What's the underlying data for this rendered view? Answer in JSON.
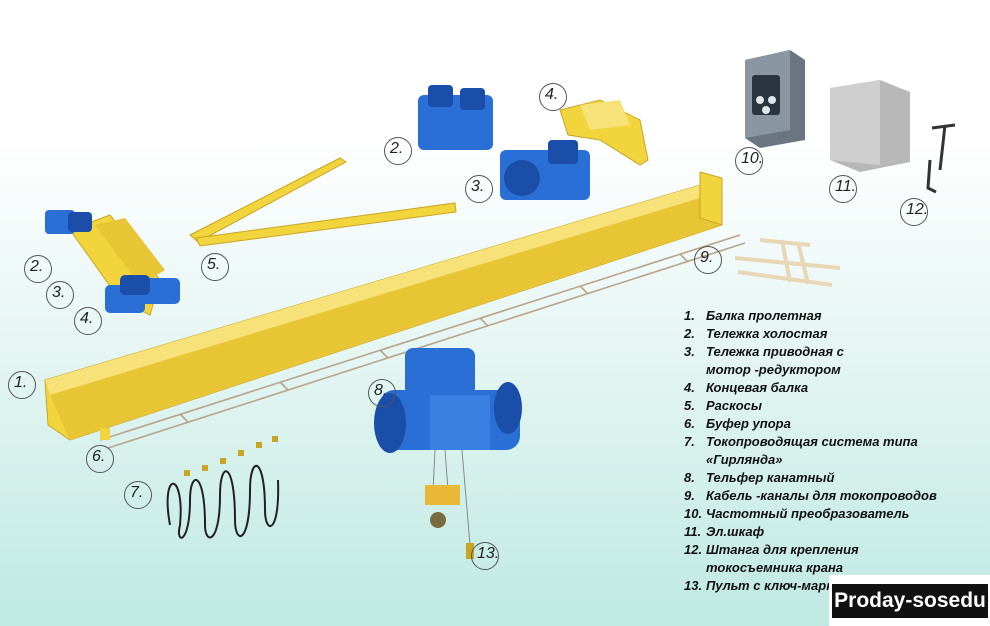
{
  "callouts": {
    "c1": "1.",
    "c2a": "2.",
    "c2b": "2.",
    "c3a": "3.",
    "c3b": "3.",
    "c4a": "4.",
    "c4b": "4.",
    "c5": "5.",
    "c6": "6.",
    "c7": "7.",
    "c8": "8.",
    "c9": "9.",
    "c10": "10.",
    "c11": "11.",
    "c12": "12.",
    "c13": "13."
  },
  "legend": [
    {
      "num": "1.",
      "text": "Балка пролетная"
    },
    {
      "num": "2.",
      "text": "Тележка холостая"
    },
    {
      "num": "3.",
      "text": "Тележка приводная с"
    },
    {
      "num": "",
      "text": "мотор -редуктором"
    },
    {
      "num": "4.",
      "text": "Концевая балка"
    },
    {
      "num": "5.",
      "text": "Раскосы"
    },
    {
      "num": "6.",
      "text": "Буфер упора"
    },
    {
      "num": "7.",
      "text": "Токопроводящая система типа"
    },
    {
      "num": "",
      "text": "«Гирлянда»"
    },
    {
      "num": "8.",
      "text": "Тельфер канатный"
    },
    {
      "num": "9.",
      "text": "Кабель -каналы для токопроводов"
    },
    {
      "num": "10.",
      "text": "Частотный преобразователь"
    },
    {
      "num": "11.",
      "text": "Эл.шкаф"
    },
    {
      "num": "12.",
      "text": "Штанга для крепления"
    },
    {
      "num": "",
      "text": "токосъемника крана"
    },
    {
      "num": "13.",
      "text": "Пульт с ключ-маркой"
    }
  ],
  "watermark": "Proday-sosedu",
  "colors": {
    "beam_yellow": "#f2d43c",
    "beam_shade": "#d9b82a",
    "blue": "#2a6fd6",
    "blue_dark": "#1a4ea8"
  }
}
